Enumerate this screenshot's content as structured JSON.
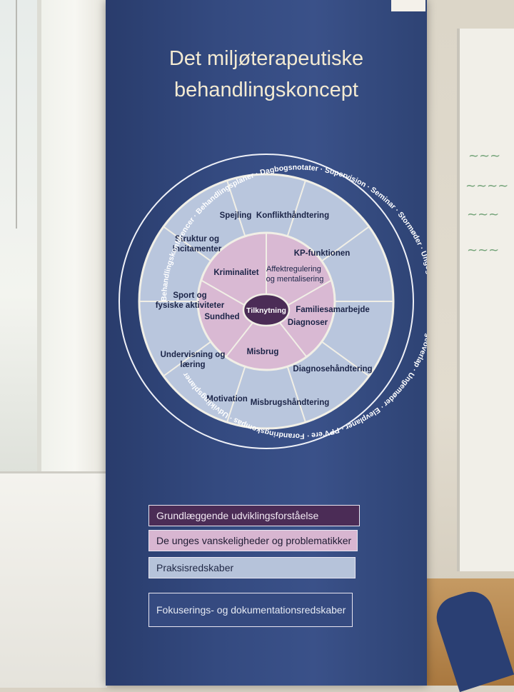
{
  "title_lines": [
    "Det miljøterapeutiske",
    "behandlingskoncept"
  ],
  "center_label": "Tilknytning",
  "inner_segments": [
    "Kriminalitet",
    "Affektregulering og mentalisering",
    "Sundhed",
    "Diagnoser",
    "Misbrug"
  ],
  "middle_segments": [
    "Spejling",
    "Konflikthåndtering",
    "Struktur og Incitamenter",
    "KP-funktionen",
    "Sport og fysiske aktiviteter",
    "Familiesamarbejde",
    "Undervisning og læring",
    "Diagnosehåndtering",
    "Motivation",
    "Misbrugshåndtering"
  ],
  "outer_ring": [
    "Behandlingskonferencer",
    "Behandlingsplaner",
    "Dagbogsnotater",
    "Supervision",
    "Seminar",
    "Stormøder",
    "Ungegennemgang",
    "Ungeoverlap",
    "Ungemøder",
    "Elevplaner",
    "PPV'ere",
    "Forandringskompas",
    "Udviklingsplaner"
  ],
  "legend": [
    {
      "label": "Grundlæggende udviklingsforståelse",
      "color": "#4b2c56"
    },
    {
      "label": "De unges vanskeligheder og problematikker",
      "color": "#d8b6d1"
    },
    {
      "label": "Praksisredskaber",
      "color": "#b6c3da"
    },
    {
      "label": "Fokuserings- og dokumentationsredskaber",
      "color": "#354a80"
    }
  ]
}
